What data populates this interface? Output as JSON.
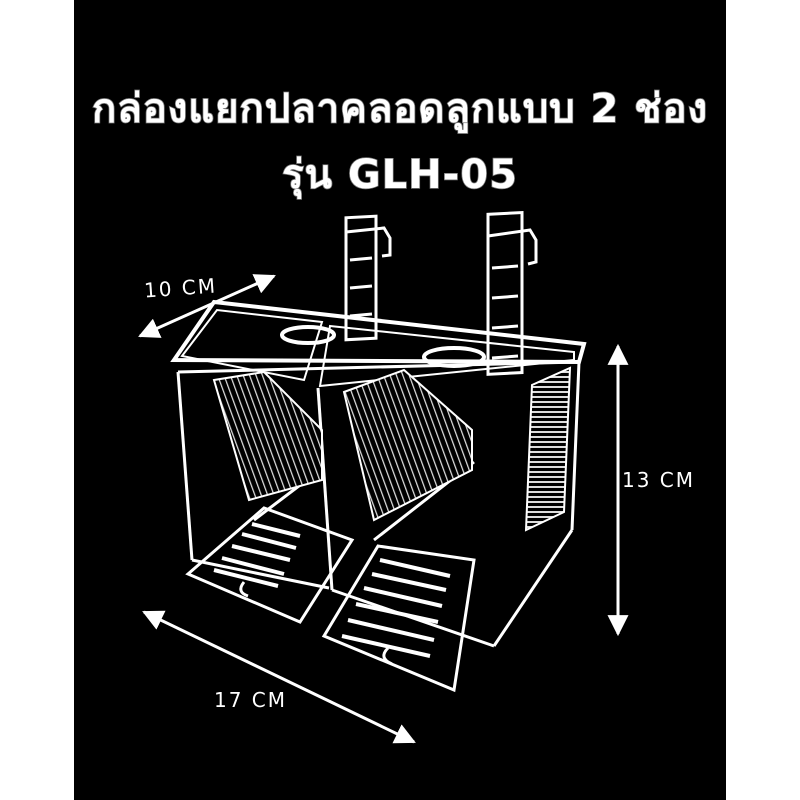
{
  "title": {
    "line1": "กล่องแยกปลาคลอดลูกแบบ 2 ช่อง",
    "line2": "รุ่น GLH-05"
  },
  "dimensions": {
    "width": "10 CM",
    "height": "13 CM",
    "length": "17 CM"
  },
  "colors": {
    "background": "#000000",
    "line": "#ffffff"
  }
}
